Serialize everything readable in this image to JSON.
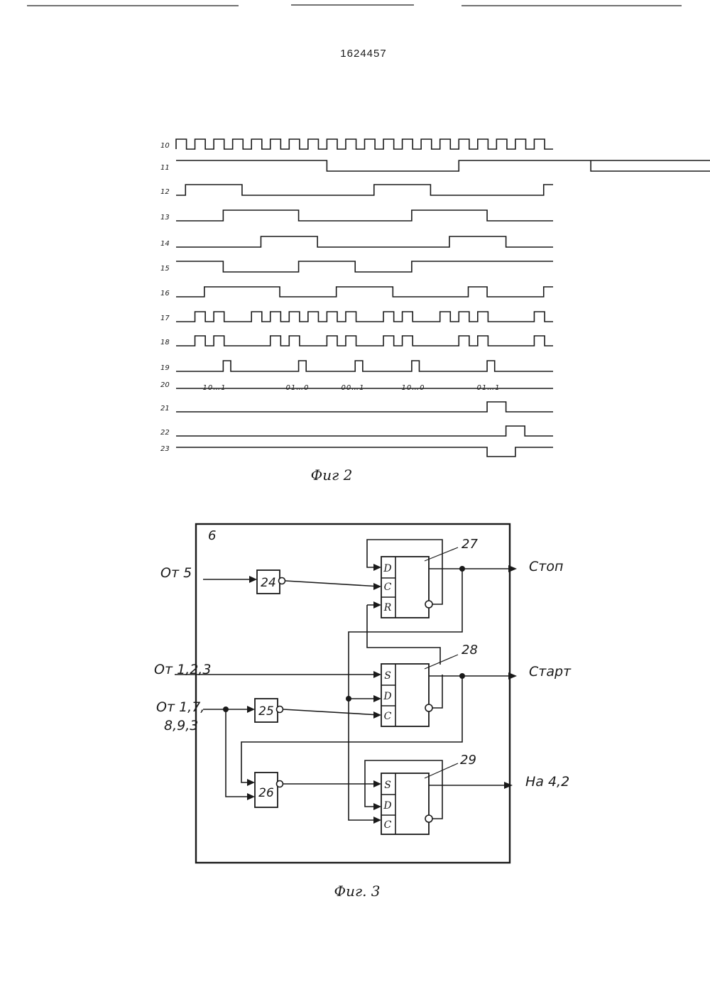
{
  "document": {
    "number": "1624457"
  },
  "figure2": {
    "caption": "Фиг 2",
    "signals": [
      {
        "label": "10",
        "pattern": "clock"
      },
      {
        "label": "11",
        "transitions": [
          0,
          1,
          8,
          0,
          15,
          1,
          22,
          0,
          29,
          1
        ]
      },
      {
        "label": "12",
        "transitions": [
          0,
          0,
          0.5,
          1,
          3.5,
          0,
          10.5,
          1,
          13.5,
          0,
          19.5,
          1
        ]
      },
      {
        "label": "13",
        "transitions": [
          0,
          0,
          2.5,
          1,
          6.5,
          0,
          12.5,
          1,
          16.5,
          0
        ]
      },
      {
        "label": "14",
        "transitions": [
          0,
          0,
          4.5,
          1,
          7.5,
          0,
          14.5,
          1,
          17.5,
          0
        ]
      },
      {
        "label": "15",
        "transitions": [
          0,
          1,
          2.5,
          0,
          6.5,
          1,
          9.5,
          0,
          12.5,
          1
        ]
      },
      {
        "label": "16",
        "transitions": [
          0,
          0,
          1.5,
          1,
          5.5,
          0,
          8.5,
          1,
          11.5,
          0,
          15.5,
          1,
          16.5,
          0,
          19.5,
          1
        ]
      },
      {
        "label": "17",
        "pulses": [
          1,
          2,
          4,
          5,
          6,
          7,
          8,
          9,
          11,
          12,
          14,
          15,
          16,
          19
        ]
      },
      {
        "label": "18",
        "pulses": [
          1,
          2,
          5,
          6,
          8,
          9,
          11,
          12,
          15,
          16,
          19
        ]
      },
      {
        "label": "19",
        "pulses": [
          2.5,
          6.5,
          9.5,
          12.5,
          16.5
        ]
      },
      {
        "label": "20",
        "pattern": "flat"
      },
      {
        "label": "21",
        "pulses_wide": [
          [
            16.5,
            17.5
          ]
        ]
      },
      {
        "label": "22",
        "pulses_wide": [
          [
            17.5,
            18.5
          ]
        ]
      },
      {
        "label": "23",
        "pulses_wide": [
          [
            16.5,
            18
          ]
        ],
        "inverted": true
      }
    ],
    "codes": [
      "10…1",
      "01…0",
      "00…1",
      "10…0",
      "01…1"
    ]
  },
  "figure3": {
    "caption": "Фиг. 3",
    "block_number": "6",
    "inputs": {
      "in1": "От 5",
      "in2": "От 1,2,3",
      "in3_line1": "От 1,7,",
      "in3_line2": "8,9,3"
    },
    "outputs": {
      "out1": "Стоп",
      "out2": "Старт",
      "out3": "На 4,2"
    },
    "elements": {
      "e24": "24",
      "e25": "25",
      "e26": "26",
      "t27": "27",
      "t28": "28",
      "t29": "29"
    },
    "pins": {
      "t27": [
        "D",
        "C",
        "R"
      ],
      "t28": [
        "S",
        "D",
        "C"
      ],
      "t29": [
        "S",
        "D",
        "C"
      ]
    }
  }
}
